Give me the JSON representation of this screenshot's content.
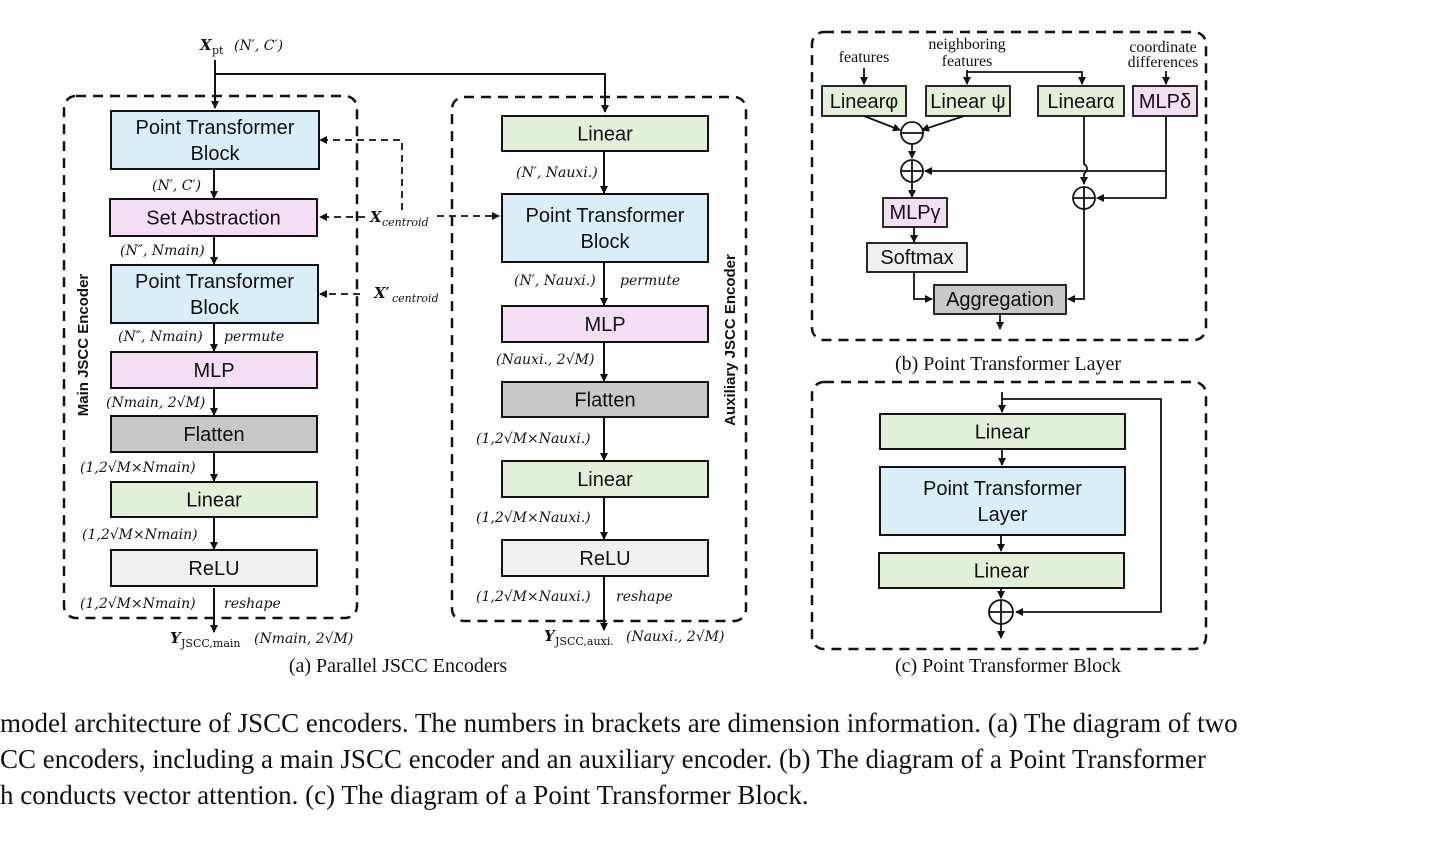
{
  "figure": {
    "caption_lines": [
      " model architecture of JSCC encoders. The numbers in brackets are dimension information. (a) The diagram of two",
      "CC encoders, including a main JSCC encoder and an auxiliary encoder. (b) The diagram of a Point Transformer",
      "h conducts vector attention. (c) The diagram of a Point Transformer Block."
    ]
  },
  "panel_a": {
    "caption": "(a) Parallel JSCC Encoders",
    "input_label": "X",
    "input_sub": "pt",
    "input_dims": "(N′, C′)",
    "centroid_label": "X",
    "centroid_sub": "centroid",
    "centroid2_label": "X′",
    "centroid2_sub": "centroid",
    "main": {
      "title": "Main JSCC Encoder",
      "blocks": [
        {
          "line1": "Point Transformer",
          "line2": "Block",
          "color": "#daeef8"
        },
        {
          "line1": "Set Abstraction",
          "line2": "",
          "color": "#f3def3"
        },
        {
          "line1": "Point Transformer",
          "line2": "Block",
          "color": "#daeef8"
        },
        {
          "line1": "MLP",
          "line2": "",
          "color": "#f3def3"
        },
        {
          "line1": "Flatten",
          "line2": "",
          "color": "#c8c8c8"
        },
        {
          "line1": "Linear",
          "line2": "",
          "color": "#e2f0d9"
        },
        {
          "line1": "ReLU",
          "line2": "",
          "color": "#f0f0f0"
        }
      ],
      "dims": [
        "(N′, C′)",
        "(N″, Nmain)",
        "(N″, Nmain)",
        "(Nmain, 2√M)",
        "(1,2√M×Nmain)",
        "(1,2√M×Nmain)",
        "(1,2√M×Nmain)"
      ],
      "ops": {
        "permute": "permute",
        "reshape": "reshape"
      },
      "output_label": "Y",
      "output_sub": "JSCC,main",
      "output_dims": "(Nmain, 2√M)"
    },
    "aux": {
      "title": "Auxiliary JSCC Encoder",
      "blocks": [
        {
          "line1": "Linear",
          "line2": "",
          "color": "#e2f0d9"
        },
        {
          "line1": "Point Transformer",
          "line2": "Block",
          "color": "#daeef8"
        },
        {
          "line1": "MLP",
          "line2": "",
          "color": "#f3def3"
        },
        {
          "line1": "Flatten",
          "line2": "",
          "color": "#c8c8c8"
        },
        {
          "line1": "Linear",
          "line2": "",
          "color": "#e2f0d9"
        },
        {
          "line1": "ReLU",
          "line2": "",
          "color": "#f0f0f0"
        }
      ],
      "dims": [
        "(N′, Nauxi.)",
        "(N′, Nauxi.)",
        "(Nauxi., 2√M)",
        "(1,2√M×Nauxi.)",
        "(1,2√M×Nauxi.)",
        "(1,2√M×Nauxi.)"
      ],
      "ops": {
        "permute": "permute",
        "reshape": "reshape"
      },
      "output_label": "Y",
      "output_sub": "JSCC,auxi.",
      "output_dims": "(Nauxi., 2√M)"
    }
  },
  "panel_b": {
    "caption": "(b) Point Transformer Layer",
    "inputs": {
      "features": "features",
      "neighboring_1": "neighboring",
      "neighboring_2": "features",
      "coord_1": "coordinate",
      "coord_2": "differences"
    },
    "blocks": {
      "linear_phi": "Linearφ",
      "linear_psi": "Linear ψ",
      "linear_alpha": "Linearα",
      "mlp_delta": "MLPδ",
      "mlp_gamma": "MLPγ",
      "softmax": "Softmax",
      "aggregation": "Aggregation"
    },
    "colors": {
      "linear": "#e2f0d9",
      "mlp": "#f3def3",
      "softmax": "#f0f0f0",
      "aggregation": "#c8c8c8"
    }
  },
  "panel_c": {
    "caption": "(c) Point Transformer Block",
    "blocks": [
      {
        "line1": "Linear",
        "line2": "",
        "color": "#e2f0d9"
      },
      {
        "line1": "Point Transformer",
        "line2": "Layer",
        "color": "#daeef8"
      },
      {
        "line1": "Linear",
        "line2": "",
        "color": "#e2f0d9"
      }
    ]
  }
}
